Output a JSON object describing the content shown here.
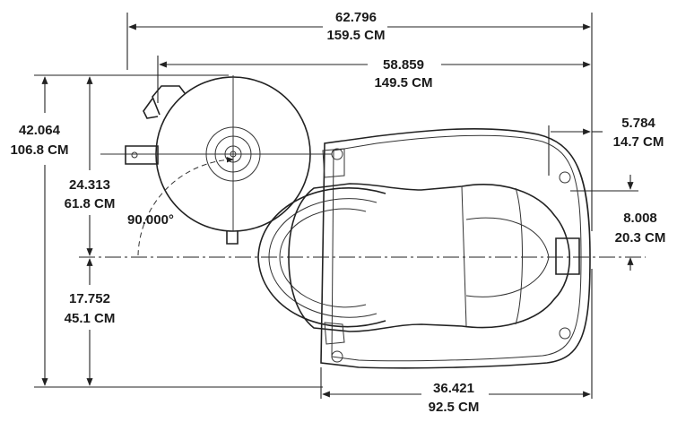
{
  "dimensions": {
    "overall_width": {
      "imperial": "62.796",
      "metric": "159.5 CM"
    },
    "arm_width": {
      "imperial": "58.859",
      "metric": "149.5 CM"
    },
    "overall_depth": {
      "imperial": "42.064",
      "metric": "106.8 CM"
    },
    "upper_depth": {
      "imperial": "24.313",
      "metric": "61.8 CM"
    },
    "lower_depth": {
      "imperial": "17.752",
      "metric": "45.1 CM"
    },
    "right_offset": {
      "imperial": "5.784",
      "metric": "14.7 CM"
    },
    "right_height": {
      "imperial": "8.008",
      "metric": "20.3 CM"
    },
    "base_width": {
      "imperial": "36.421",
      "metric": "92.5 CM"
    },
    "rotation_angle": "90.000°"
  }
}
